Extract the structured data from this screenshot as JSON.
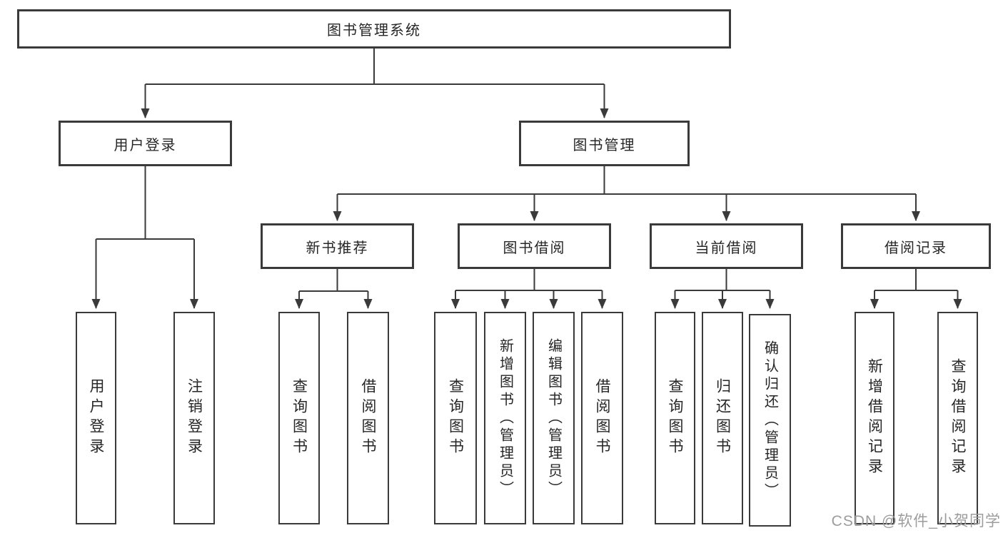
{
  "diagram": {
    "root": {
      "label": "图书管理系统"
    },
    "user_branch": {
      "label": "用户登录",
      "children": [
        {
          "label": "用户登录"
        },
        {
          "label": "注销登录"
        }
      ]
    },
    "management_branch": {
      "label": "图书管理",
      "sections": [
        {
          "label": "新书推荐",
          "children": [
            {
              "label": "查询图书"
            },
            {
              "label": "借阅图书"
            }
          ]
        },
        {
          "label": "图书借阅",
          "children": [
            {
              "label": "查询图书"
            },
            {
              "label": "新增图书（管理员）"
            },
            {
              "label": "编辑图书（管理员）"
            },
            {
              "label": "借阅图书"
            }
          ]
        },
        {
          "label": "当前借阅",
          "children": [
            {
              "label": "查询图书"
            },
            {
              "label": "归还图书"
            },
            {
              "label": "确认归还（管理员）"
            }
          ]
        },
        {
          "label": "借阅记录",
          "children": [
            {
              "label": "新增借阅记录"
            },
            {
              "label": "查询借阅记录"
            }
          ]
        }
      ]
    },
    "watermark": "CSDN @软件_小贺同学",
    "colors": {
      "line": "#3a3a3a",
      "box_border": "#3a3a3a",
      "text": "#262626",
      "watermark": "#9c9c9c",
      "background": "#ffffff"
    }
  }
}
